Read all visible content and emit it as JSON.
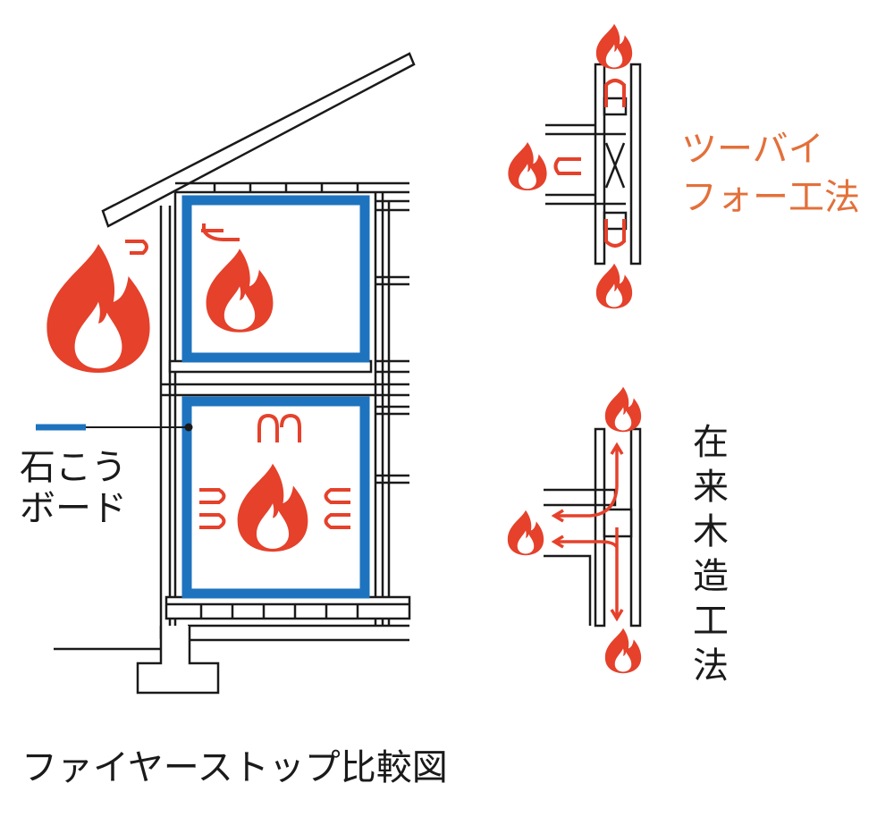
{
  "labels": {
    "gypsum_board": "石こう\nボード",
    "two_by_four": "ツーバイ\nフォー工法",
    "conventional": "在来木造工法",
    "title": "ファイヤーストップ比較図"
  },
  "colors": {
    "fire": "#e5412b",
    "board": "#1e73be",
    "line": "#1a1a1a",
    "two_by_four_label": "#e3703a"
  },
  "icons": [
    "fire-icon",
    "arrow-icon"
  ]
}
